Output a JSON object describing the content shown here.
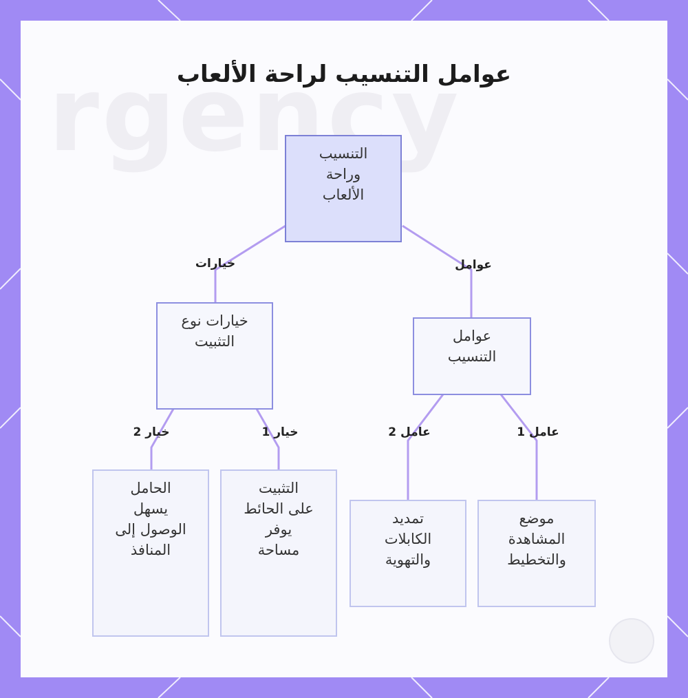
{
  "title": "عوامل التنسيب لراحة الألعاب",
  "watermark": "rgency",
  "colors": {
    "frame": "#a08af4",
    "card": "#fbfbfe",
    "root_fill": "#dcdffb",
    "node_fill": "#f6f7fd",
    "node_border": "#8c8ee0",
    "connector": "#b39cf0"
  },
  "nodes": {
    "root": "التنسيب\nوراحة\nالألعاب",
    "mount_options": "خيارات نوع\nالتثبيت",
    "factors": "عوامل\nالتنسيب",
    "stand": "الحامل\nيسهل\nالوصول إلى\nالمنافذ",
    "wall_mount": "التثبيت\nعلى الحائط\nيوفر\nمساحة",
    "cable_extension": "تمديد\nالكابلات\nوالتهوية",
    "viewing_position": "موضع\nالمشاهدة\nوالتخطيط"
  },
  "edges": {
    "options": "خيارات",
    "factors": "عوامل",
    "option_2": "خيار 2",
    "option_1": "خيار 1",
    "factor_2": "عامل 2",
    "factor_1": "عامل 1"
  }
}
